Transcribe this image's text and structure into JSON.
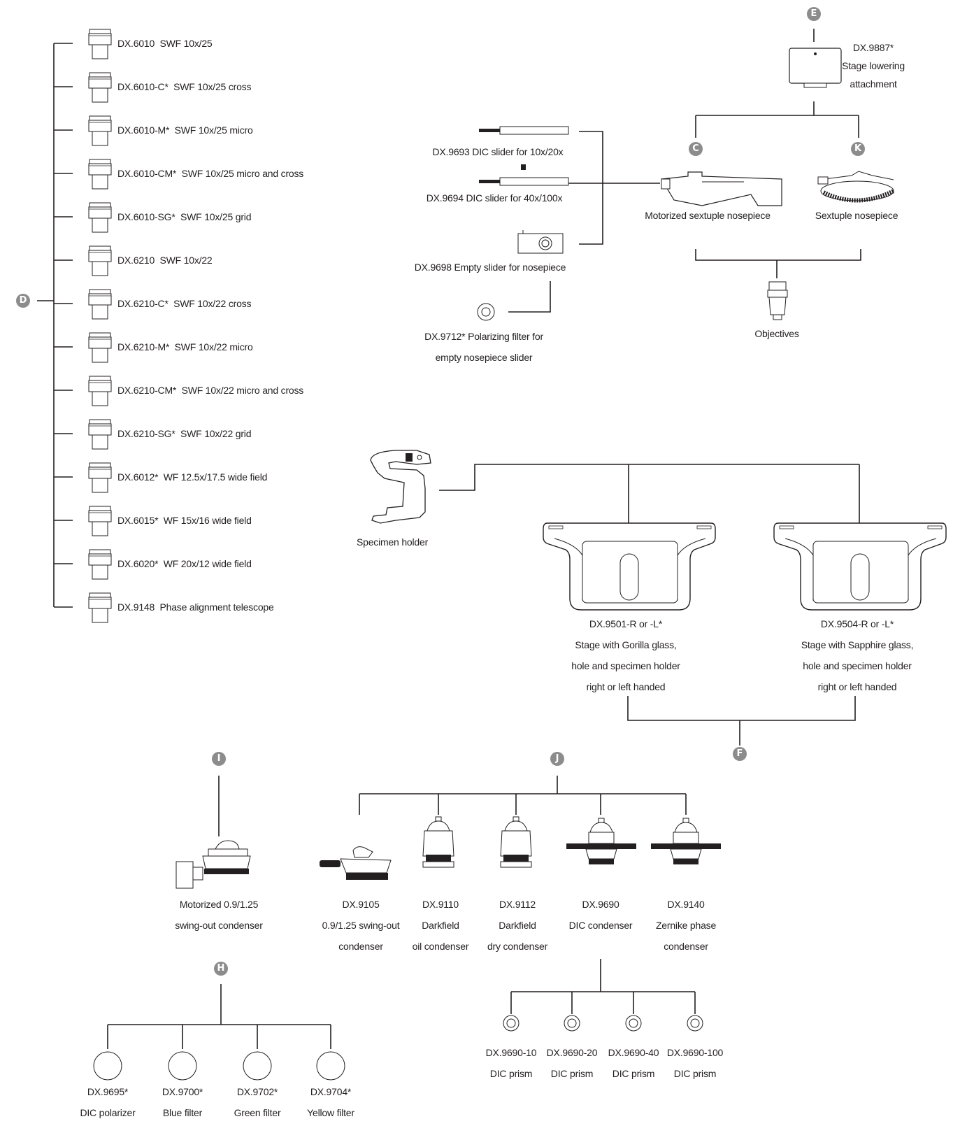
{
  "badges": {
    "D": "D",
    "E": "E",
    "C": "C",
    "K": "K",
    "F": "F",
    "I": "I",
    "J": "J",
    "H": "H"
  },
  "eyepieces": [
    {
      "code": "DX.6010",
      "desc": "SWF 10x/25"
    },
    {
      "code": "DX.6010-C*",
      "desc": "SWF 10x/25 cross"
    },
    {
      "code": "DX.6010-M*",
      "desc": "SWF 10x/25 micro"
    },
    {
      "code": "DX.6010-CM*",
      "desc": "SWF 10x/25 micro and cross"
    },
    {
      "code": "DX.6010-SG*",
      "desc": "SWF 10x/25 grid"
    },
    {
      "code": "DX.6210",
      "desc": "SWF 10x/22"
    },
    {
      "code": "DX.6210-C*",
      "desc": "SWF 10x/22 cross"
    },
    {
      "code": "DX.6210-M*",
      "desc": "SWF 10x/22 micro"
    },
    {
      "code": "DX.6210-CM*",
      "desc": "SWF 10x/22 micro and cross"
    },
    {
      "code": "DX.6210-SG*",
      "desc": "SWF 10x/22 grid"
    },
    {
      "code": "DX.6012*",
      "desc": "WF 12.5x/17.5 wide field"
    },
    {
      "code": "DX.6015*",
      "desc": "WF 15x/16 wide field"
    },
    {
      "code": "DX.6020*",
      "desc": "WF 20x/12 wide field"
    },
    {
      "code": "DX.9148",
      "desc": "Phase alignment telescope"
    }
  ],
  "sliders": {
    "s9693": "DX.9693 DIC slider for 10x/20x",
    "s9694": "DX.9694 DIC slider for 40x/100x",
    "s9698": "DX.9698  Empty slider for nosepiece",
    "s9712_1": "DX.9712*  Polarizing filter for",
    "s9712_2": "empty nosepiece slider"
  },
  "lowering": {
    "line1": "DX.9887*",
    "line2": "Stage lowering",
    "line3": "attachment"
  },
  "nosepieces": {
    "motorized": "Motorized sextuple nosepiece",
    "sextuple": "Sextuple nosepiece",
    "objectives": "Objectives"
  },
  "specimen_holder": "Specimen holder",
  "stages": [
    {
      "l1": "DX.9501-R or -L*",
      "l2": "Stage with Gorilla glass,",
      "l3": "hole and specimen holder",
      "l4": "right or left handed"
    },
    {
      "l1": "DX.9504-R or -L*",
      "l2": "Stage with Sapphire glass,",
      "l3": "hole and specimen holder",
      "l4": "right or left handed"
    }
  ],
  "motorized_condenser": {
    "l1": "Motorized 0.9/1.25",
    "l2": "swing-out condenser"
  },
  "condensers": [
    {
      "l1": "DX.9105",
      "l2": "0.9/1.25 swing-out",
      "l3": "condenser"
    },
    {
      "l1": "DX.9110",
      "l2": "Darkfield",
      "l3": "oil condenser"
    },
    {
      "l1": "DX.9112",
      "l2": "Darkfield",
      "l3": "dry condenser"
    },
    {
      "l1": "DX.9690",
      "l2": "DIC condenser",
      "l3": ""
    },
    {
      "l1": "DX.9140",
      "l2": "Zernike phase",
      "l3": "condenser"
    }
  ],
  "prisms": [
    {
      "l1": "DX.9690-10",
      "l2": "DIC prism"
    },
    {
      "l1": "DX.9690-20",
      "l2": "DIC prism"
    },
    {
      "l1": "DX.9690-40",
      "l2": "DIC prism"
    },
    {
      "l1": "DX.9690-100",
      "l2": "DIC prism"
    }
  ],
  "filters": [
    {
      "l1": "DX.9695*",
      "l2": "DIC polarizer"
    },
    {
      "l1": "DX.9700*",
      "l2": "Blue filter"
    },
    {
      "l1": "DX.9702*",
      "l2": "Green filter"
    },
    {
      "l1": "DX.9704*",
      "l2": "Yellow filter"
    }
  ]
}
